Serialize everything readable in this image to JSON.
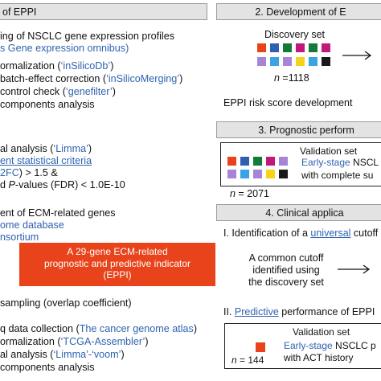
{
  "left": {
    "header": "of EPPI",
    "lines": [
      {
        "id": "l1",
        "text": "ing of NSCLC gene expression profiles",
        "color": "dark"
      },
      {
        "id": "l2",
        "text": "s Gene expression omnibus)",
        "color": "blue"
      },
      {
        "id": "l3a",
        "text": "ormalization (",
        "color": "dark"
      },
      {
        "id": "l3b",
        "text": "‘inSilicoDb’",
        "color": "blue"
      },
      {
        "id": "l3c",
        "text": ")",
        "color": "dark"
      },
      {
        "id": "l4a",
        "text": "batch-effect correction (",
        "color": "dark"
      },
      {
        "id": "l4b",
        "text": "‘inSilicoMerging’",
        "color": "blue"
      },
      {
        "id": "l4c",
        "text": ")",
        "color": "dark"
      },
      {
        "id": "l5a",
        "text": "control check (",
        "color": "dark"
      },
      {
        "id": "l5b",
        "text": "‘genefilter’",
        "color": "blue"
      },
      {
        "id": "l5c",
        "text": ")",
        "color": "dark"
      },
      {
        "id": "l6",
        "text": "components analysis",
        "color": "dark"
      },
      {
        "id": "l7a",
        "text": "al analysis (",
        "color": "dark"
      },
      {
        "id": "l7b",
        "text": "‘Limma’",
        "color": "blue"
      },
      {
        "id": "l7c",
        "text": ")",
        "color": "dark"
      },
      {
        "id": "l8",
        "text": "ent statistical criteria",
        "color": "blue"
      },
      {
        "id": "l9a",
        "text": "2FC",
        "color": "blue"
      },
      {
        "id": "l9b",
        "text": ") > 1.5 &",
        "color": "dark"
      },
      {
        "id": "l10a",
        "text": "d ",
        "color": "dark"
      },
      {
        "id": "l10b",
        "text": "P",
        "color": "dark"
      },
      {
        "id": "l10c",
        "text": "-values (FDR) < 1.0E-10",
        "color": "dark"
      },
      {
        "id": "l11",
        "text": "ent of ECM-related genes",
        "color": "dark"
      },
      {
        "id": "l12",
        "text": "ome database",
        "color": "blue"
      },
      {
        "id": "l13",
        "text": "nsortium",
        "color": "blue"
      },
      {
        "id": "l14",
        "text": "sampling (overlap coefficient)",
        "color": "dark"
      },
      {
        "id": "l15a",
        "text": "q data collection (",
        "color": "dark"
      },
      {
        "id": "l15b",
        "text": "The cancer genome atlas",
        "color": "blue"
      },
      {
        "id": "l15c",
        "text": ")",
        "color": "dark"
      },
      {
        "id": "l16a",
        "text": "ormalization (",
        "color": "dark"
      },
      {
        "id": "l16b",
        "text": "‘TCGA-Assembler’",
        "color": "blue"
      },
      {
        "id": "l16c",
        "text": ")",
        "color": "dark"
      },
      {
        "id": "l17a",
        "text": "al analysis (",
        "color": "dark"
      },
      {
        "id": "l17b",
        "text": "‘Limma’-‘voom’",
        "color": "blue"
      },
      {
        "id": "l17c",
        "text": ")",
        "color": "dark"
      },
      {
        "id": "l18",
        "text": "components analysis",
        "color": "dark"
      }
    ],
    "eppi_box": {
      "line1": "A 29-gene ECM-related",
      "line2": "prognostic and predictive indicator",
      "line3": "(EPPI)"
    }
  },
  "right": {
    "sec2": {
      "header": "2. Development of E",
      "discovery_label": "Discovery set",
      "n_label": "n",
      "n_value": " =1118",
      "risk_text": "EPPI risk score development"
    },
    "sec3": {
      "header": "3. Prognostic perform",
      "box_title": "Validation set",
      "line2_blue": "Early-stage",
      "line2_rest": " NSCL",
      "line3": "with complete su",
      "n_label": "n",
      "n_value": " = 2071"
    },
    "sec4": {
      "header": "4. Clinical applica",
      "item1_a": "I. Identification of a ",
      "item1_b": "universal",
      "item1_c": " cutoff",
      "cutoff_line1": "A common cutoff",
      "cutoff_line2": "identified using",
      "cutoff_line3": "the discovery set",
      "item2_a": "II. ",
      "item2_b": "Predictive",
      "item2_c": " performance of EPPI",
      "box_title": "Validation set",
      "line2_blue": "Early-stage",
      "line2_rest": " NSCLC p",
      "line3": "with ACT history",
      "n_label": "n",
      "n_value": " = 144"
    }
  },
  "colors": {
    "blue_text": "#2f63b0",
    "eppi_orange": "#e8431b",
    "swatch_orange": "#e8431b",
    "swatch_blue": "#2f5fb3",
    "swatch_green": "#137a3a",
    "swatch_magenta": "#c2187c",
    "swatch_lavender": "#a785d6",
    "swatch_cyan": "#3aa3e3",
    "swatch_yellow": "#f6d21b",
    "swatch_black": "#1a1a1a"
  }
}
